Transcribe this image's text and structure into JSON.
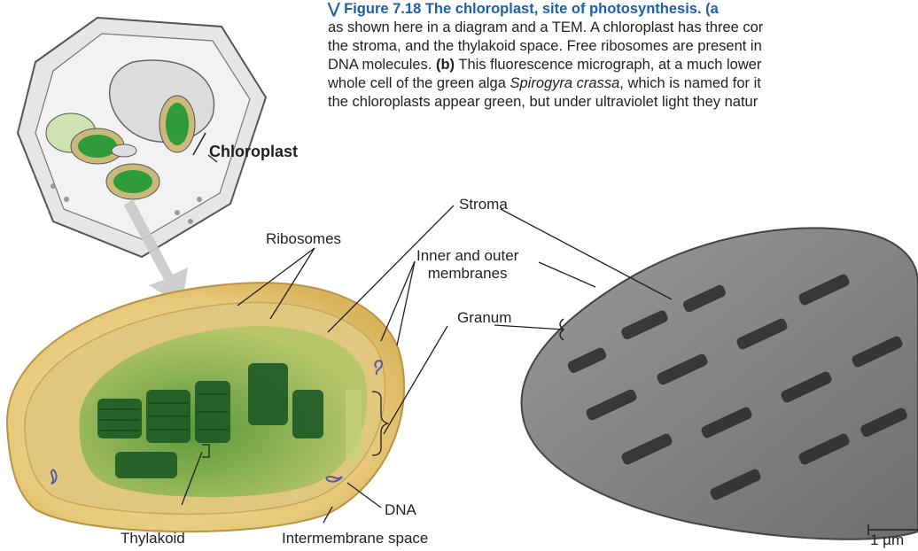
{
  "caption": {
    "figure_label": "Figure 7.18",
    "title": "The chloroplast, site of photosynthesis.",
    "part_a_marker": "(a",
    "lines": [
      "as shown here in a diagram and a TEM. A chloroplast has three cor",
      "the stroma, and the thylakoid space. Free ribosomes are present in",
      "DNA molecules.",
      "This fluorescence micrograph, at a much lower",
      "whole cell of the green alga",
      "Spirogyra crassa",
      ", which is named for it",
      "the chloroplasts appear green, but under ultraviolet light they natur"
    ],
    "part_b_marker": "(b)"
  },
  "labels": {
    "chloroplast": "Chloroplast",
    "stroma": "Stroma",
    "ribosomes": "Ribosomes",
    "membranes_line1": "Inner and outer",
    "membranes_line2": "membranes",
    "granum": "Granum",
    "dna": "DNA",
    "thylakoid": "Thylakoid",
    "intermembrane": "Intermembrane space",
    "scale_bar": "1 µm"
  },
  "colors": {
    "caption_head": "#1f5ea8",
    "chloroplast_green": "#2f8a3a",
    "envelope_yellow": "#e9d089"
  }
}
